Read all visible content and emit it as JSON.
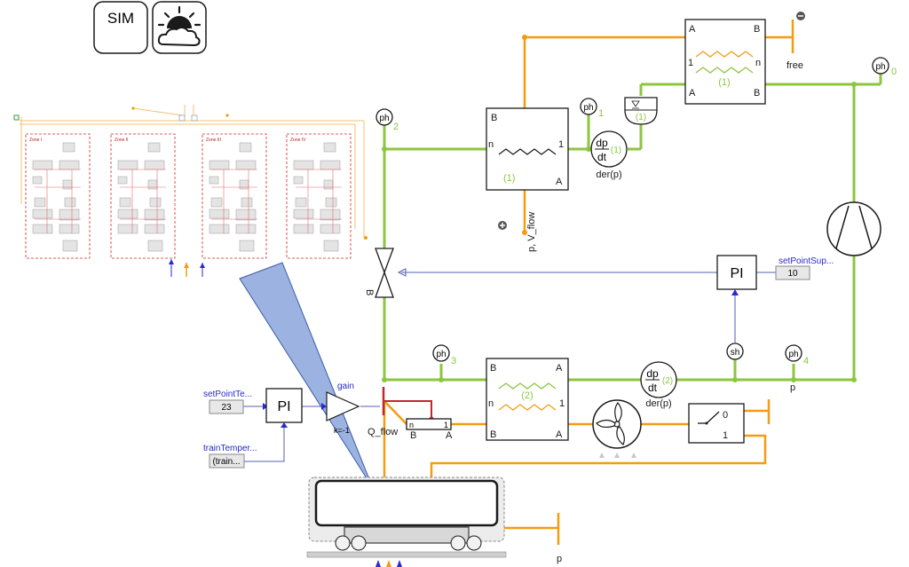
{
  "toolbar": {
    "sim_label": "SIM",
    "weather_icon": "sun-cloud-icon"
  },
  "sensors": {
    "ph": "ph",
    "sh": "sh",
    "idx0": "0",
    "idx1": "1",
    "idx2": "2",
    "idx3": "3",
    "idx4": "4",
    "der_top": "der(p)",
    "der_bottom": "der(p)",
    "dp": "dp",
    "dt": "dt",
    "one": "(1)",
    "two": "(2)"
  },
  "hx_top_right": {
    "a_tl": "A",
    "b_tr": "B",
    "one": "1",
    "n": "n",
    "a_bl": "A",
    "b_br": "B",
    "mid": "(1)"
  },
  "hx_mid": {
    "b": "B",
    "n": "n",
    "one": "1",
    "a": "A",
    "mid": "(1)"
  },
  "hx_bottom": {
    "b_tl": "B",
    "a_tr": "A",
    "n": "n",
    "one": "1",
    "b_bl": "B",
    "a_br": "A",
    "mid": "(2)"
  },
  "labels": {
    "free": "free",
    "p_vflow": "p, V_flow",
    "p_right": "p",
    "p_bottom": "p",
    "valve_b": "B",
    "q_flow": "Q_flow",
    "gain": "gain",
    "gain_k": "k=-1",
    "pi": "PI",
    "switch_0": "0",
    "switch_1": "1",
    "heat_n": "n",
    "heat_1": "1",
    "heat_b": "B",
    "heat_a": "A"
  },
  "setpoints": {
    "sup_name": "setPointSup...",
    "sup_value": "10",
    "temp_name": "setPointTe...",
    "temp_value": "23",
    "train_name": "trainTemper...",
    "train_value": "(train..."
  },
  "zones": [
    "Zone I",
    "Zone II",
    "Zone III",
    "Zone IV"
  ],
  "colors": {
    "refrigerant": "#8cc63f",
    "air": "#f39c12",
    "signal": "#4f5fb5",
    "heat": "#c0282d",
    "cone": "#7b98d6"
  }
}
